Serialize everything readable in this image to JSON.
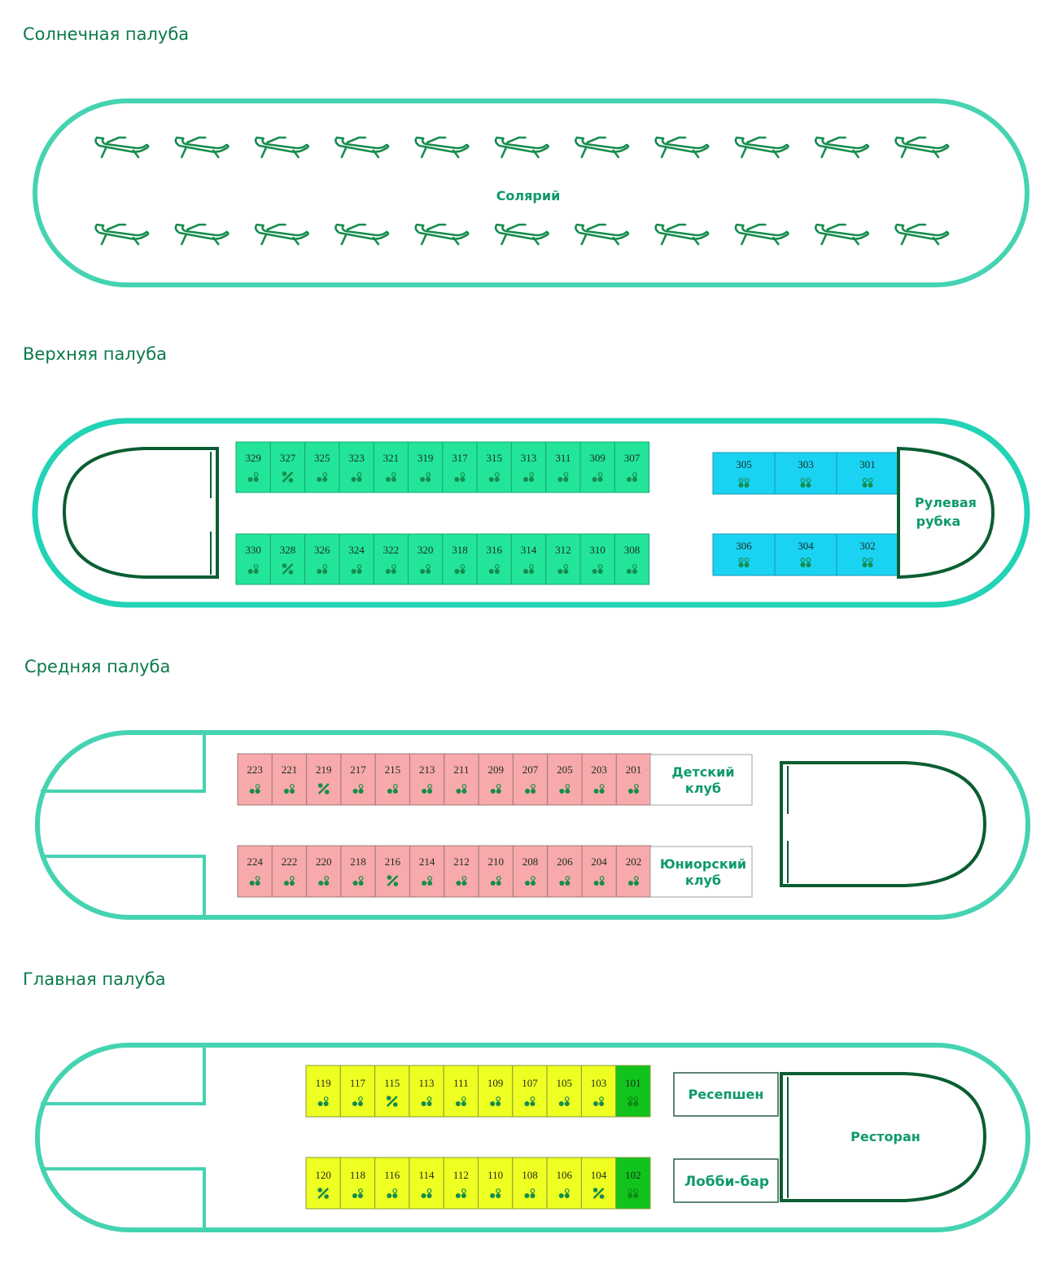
{
  "colors": {
    "hull": "#45d3b2",
    "hull_upper": "#22d3b6",
    "dark_green": "#0b5e32",
    "label_green": "#0f9a6a",
    "title_green": "#0b7a4b",
    "icon_green": "#158c4c",
    "upper_cabin": "#22e59a",
    "upper_suite": "#1ad3f2",
    "middle_cabin": "#f7a9ac",
    "main_cabin": "#eeff22",
    "main_special": "#11c41c"
  },
  "decks": {
    "sun": {
      "title": "Солнечная палуба",
      "area_label": "Солярий",
      "lounger_icon": "sun-lounger-icon",
      "lounger_rows": 2,
      "loungers_per_row": 11
    },
    "upper": {
      "title": "Верхняя палуба",
      "wheelhouse_label": "Рулевая рубка",
      "top_row": [
        {
          "num": "329",
          "icon": "two-beds"
        },
        {
          "num": "327",
          "icon": "percent"
        },
        {
          "num": "325",
          "icon": "two-beds"
        },
        {
          "num": "323",
          "icon": "two-beds"
        },
        {
          "num": "321",
          "icon": "two-beds"
        },
        {
          "num": "319",
          "icon": "two-beds"
        },
        {
          "num": "317",
          "icon": "two-beds"
        },
        {
          "num": "315",
          "icon": "two-beds"
        },
        {
          "num": "313",
          "icon": "two-beds"
        },
        {
          "num": "311",
          "icon": "two-beds"
        },
        {
          "num": "309",
          "icon": "two-beds"
        },
        {
          "num": "307",
          "icon": "two-beds"
        }
      ],
      "bottom_row": [
        {
          "num": "330",
          "icon": "two-beds"
        },
        {
          "num": "328",
          "icon": "percent"
        },
        {
          "num": "326",
          "icon": "two-beds"
        },
        {
          "num": "324",
          "icon": "two-beds"
        },
        {
          "num": "322",
          "icon": "two-beds"
        },
        {
          "num": "320",
          "icon": "two-beds"
        },
        {
          "num": "318",
          "icon": "two-beds"
        },
        {
          "num": "316",
          "icon": "two-beds"
        },
        {
          "num": "314",
          "icon": "two-beds"
        },
        {
          "num": "312",
          "icon": "two-beds"
        },
        {
          "num": "310",
          "icon": "two-beds"
        },
        {
          "num": "308",
          "icon": "two-beds"
        }
      ],
      "suites_top": [
        {
          "num": "305",
          "icon": "double-bed"
        },
        {
          "num": "303",
          "icon": "double-bed"
        },
        {
          "num": "301",
          "icon": "double-bed"
        }
      ],
      "suites_bottom": [
        {
          "num": "306",
          "icon": "double-bed"
        },
        {
          "num": "304",
          "icon": "double-bed"
        },
        {
          "num": "302",
          "icon": "double-bed"
        }
      ]
    },
    "middle": {
      "title": "Средняя палуба",
      "top_room_label": "Детский клуб",
      "bottom_room_label": "Юниорский клуб",
      "top_row": [
        {
          "num": "223",
          "icon": "two-beds"
        },
        {
          "num": "221",
          "icon": "two-beds"
        },
        {
          "num": "219",
          "icon": "percent"
        },
        {
          "num": "217",
          "icon": "two-beds"
        },
        {
          "num": "215",
          "icon": "two-beds"
        },
        {
          "num": "213",
          "icon": "two-beds"
        },
        {
          "num": "211",
          "icon": "two-beds"
        },
        {
          "num": "209",
          "icon": "two-beds"
        },
        {
          "num": "207",
          "icon": "two-beds"
        },
        {
          "num": "205",
          "icon": "two-beds"
        },
        {
          "num": "203",
          "icon": "two-beds"
        },
        {
          "num": "201",
          "icon": "two-beds"
        }
      ],
      "bottom_row": [
        {
          "num": "224",
          "icon": "two-beds"
        },
        {
          "num": "222",
          "icon": "two-beds"
        },
        {
          "num": "220",
          "icon": "two-beds"
        },
        {
          "num": "218",
          "icon": "two-beds"
        },
        {
          "num": "216",
          "icon": "percent"
        },
        {
          "num": "214",
          "icon": "two-beds"
        },
        {
          "num": "212",
          "icon": "two-beds"
        },
        {
          "num": "210",
          "icon": "two-beds"
        },
        {
          "num": "208",
          "icon": "two-beds"
        },
        {
          "num": "206",
          "icon": "two-beds"
        },
        {
          "num": "204",
          "icon": "two-beds"
        },
        {
          "num": "202",
          "icon": "two-beds"
        }
      ]
    },
    "main": {
      "title": "Главная палуба",
      "reception_label": "Ресепшен",
      "lobby_bar_label": "Лобби-бар",
      "restaurant_label": "Ресторан",
      "top_row": [
        {
          "num": "119",
          "icon": "two-beds"
        },
        {
          "num": "117",
          "icon": "two-beds"
        },
        {
          "num": "115",
          "icon": "percent"
        },
        {
          "num": "113",
          "icon": "two-beds"
        },
        {
          "num": "111",
          "icon": "two-beds"
        },
        {
          "num": "109",
          "icon": "two-beds"
        },
        {
          "num": "107",
          "icon": "two-beds"
        },
        {
          "num": "105",
          "icon": "two-beds"
        },
        {
          "num": "103",
          "icon": "two-beds"
        },
        {
          "num": "101",
          "icon": "double-bed",
          "special": true
        }
      ],
      "bottom_row": [
        {
          "num": "120",
          "icon": "percent"
        },
        {
          "num": "118",
          "icon": "two-beds"
        },
        {
          "num": "116",
          "icon": "two-beds"
        },
        {
          "num": "114",
          "icon": "two-beds"
        },
        {
          "num": "112",
          "icon": "two-beds"
        },
        {
          "num": "110",
          "icon": "two-beds"
        },
        {
          "num": "108",
          "icon": "two-beds"
        },
        {
          "num": "106",
          "icon": "two-beds"
        },
        {
          "num": "104",
          "icon": "percent"
        },
        {
          "num": "102",
          "icon": "double-bed",
          "special": true
        }
      ]
    }
  }
}
